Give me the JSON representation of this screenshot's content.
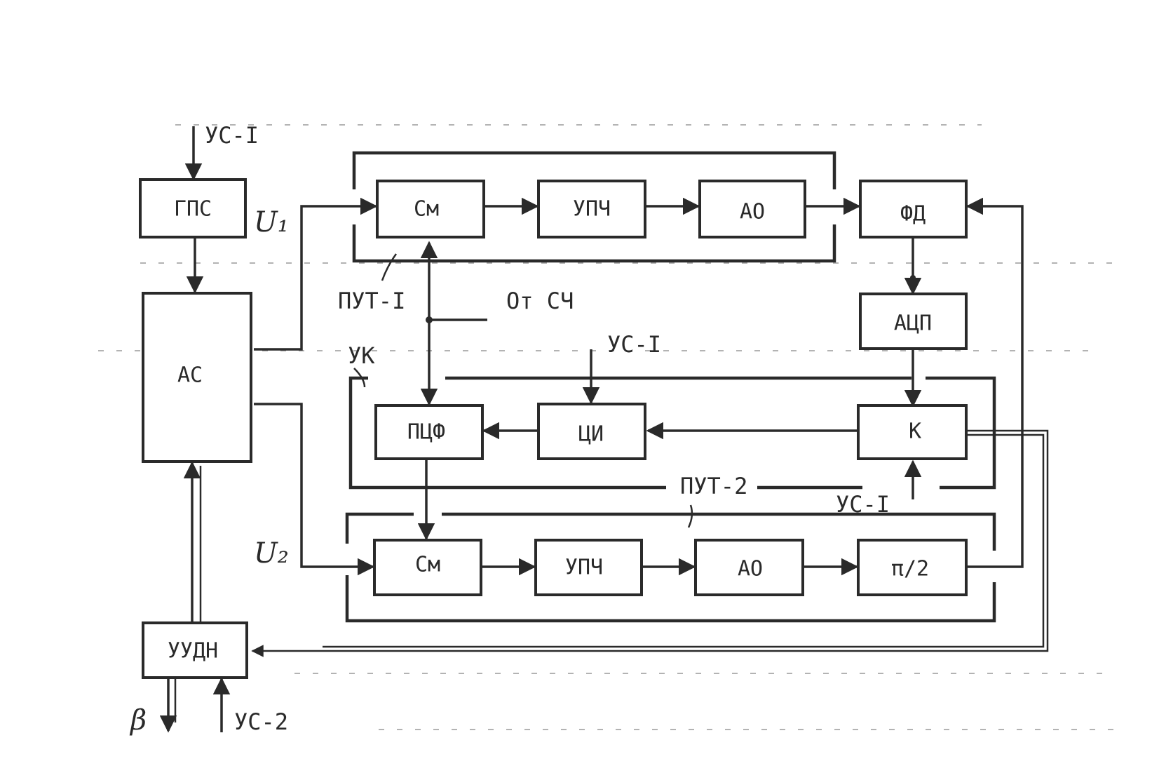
{
  "blocks": {
    "gps": "ГПС",
    "as": "АС",
    "uudn": "УУДН",
    "sm1": "См",
    "upch1": "УПЧ",
    "ao1": "АО",
    "fd": "ФД",
    "acp": "АЦП",
    "pcf": "ПЦФ",
    "ci": "ЦИ",
    "k": "К",
    "sm2": "См",
    "upch2": "УПЧ",
    "ao2": "АО",
    "pi2": "π/2"
  },
  "labels": {
    "us1_top": "УС-I",
    "us1_mid": "УС-I",
    "us1_bottom": "УС-I",
    "us2": "УС-2",
    "put1": "ПУТ-I",
    "put2": "ПУТ-2",
    "uk": "УК",
    "ot_sch": "От СЧ",
    "u1": "U₁",
    "u2": "U₂",
    "beta": "β"
  }
}
